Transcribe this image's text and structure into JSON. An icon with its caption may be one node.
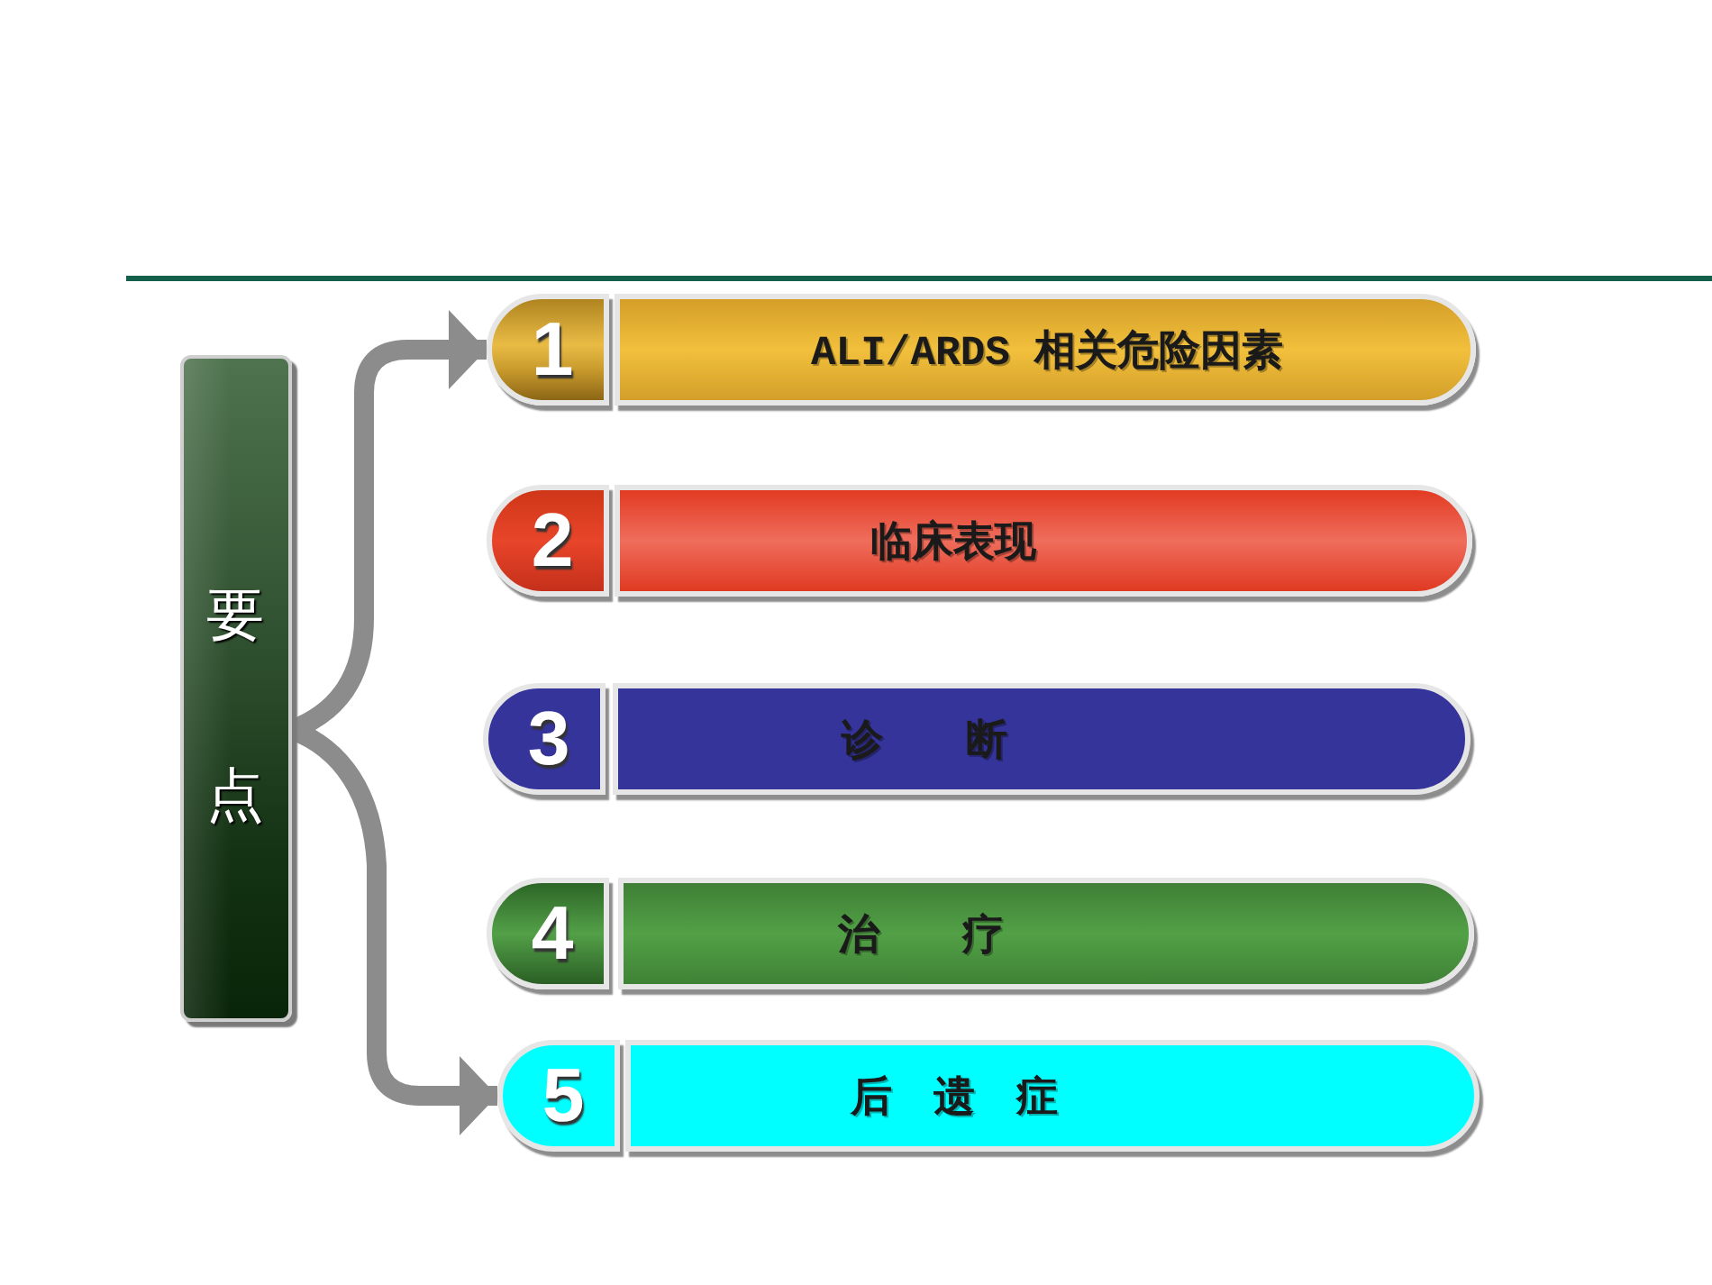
{
  "diagram": {
    "nodes": [
      {
        "text": [
          "要点"
        ]
      },
      {
        "text": [
          "1"
        ]
      },
      {
        "text": [
          "ALI/ARDS 相关危险因素"
        ]
      },
      {
        "text": [
          "2"
        ]
      },
      {
        "text": [
          "临床表现"
        ]
      },
      {
        "text": [
          "3"
        ]
      },
      {
        "text": [
          "诊　　断"
        ]
      },
      {
        "text": [
          "4"
        ]
      },
      {
        "text": [
          "治　　疗"
        ]
      },
      {
        "text": [
          "5"
        ]
      },
      {
        "text": [
          "后　遗　症"
        ]
      }
    ],
    "edges": [
      {
        "from": 0,
        "to": 1,
        "arrow": "to"
      },
      {
        "from": 0,
        "to": 9,
        "arrow": "to"
      }
    ]
  }
}
